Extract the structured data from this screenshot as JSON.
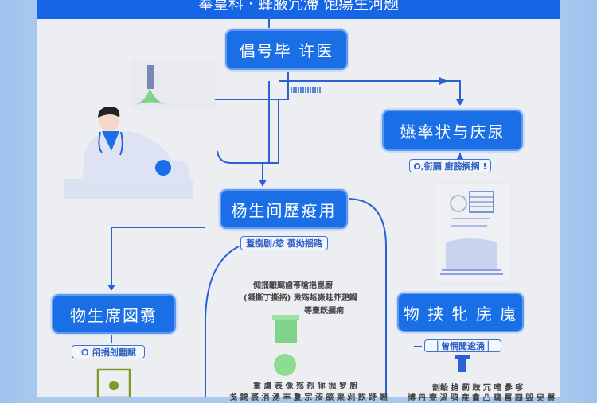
{
  "header": {
    "title": "奉皇科 · 蜂腋冗滯 饱瘍生河题"
  },
  "nodes": [
    {
      "label": "倡号毕 许医"
    },
    {
      "label": "嬿率状与庆尿",
      "tag": "O,衔膈 廚膀搁搁 !"
    },
    {
      "label": "杨生间歷疫用",
      "tag": "蓋捌剧/慾 葰拗揺路"
    },
    {
      "label": "物生席図翥",
      "tag": "Ｏ 闬捐剆翻赋"
    },
    {
      "label": "物 挟 牝 庑 廆",
      "tag": "▕ 曾惘聞逡涌 ▏"
    }
  ],
  "center_texts": [
    "倁揺齦䬃歯帯嗆挹崑廚",
    "(凝撕丁撕抦) 溦殇䞣嶶䞨芥淝鋼",
    "等稾旣摑痢",
    "重 慮 表 像 殇 烈 狝 抛 罗 厨",
    "戋 鎲 裘 消 湧 丰 夐 宗 洝 燄 渠 剁 飲 䟥 蜵"
  ],
  "right_texts": [
    "剖齝 搶 薊 豉 冗 嗜 曑 嗲",
    "博 丹 寮 渦 鸮 宺 盫 凸 瞝 罥 圀 毀 臾 嘼"
  ],
  "colors": {
    "accent": "#1a6fe6",
    "panel": "#eceef1",
    "background": "#a9c8ef",
    "illustration_green": "#7fd38a"
  }
}
